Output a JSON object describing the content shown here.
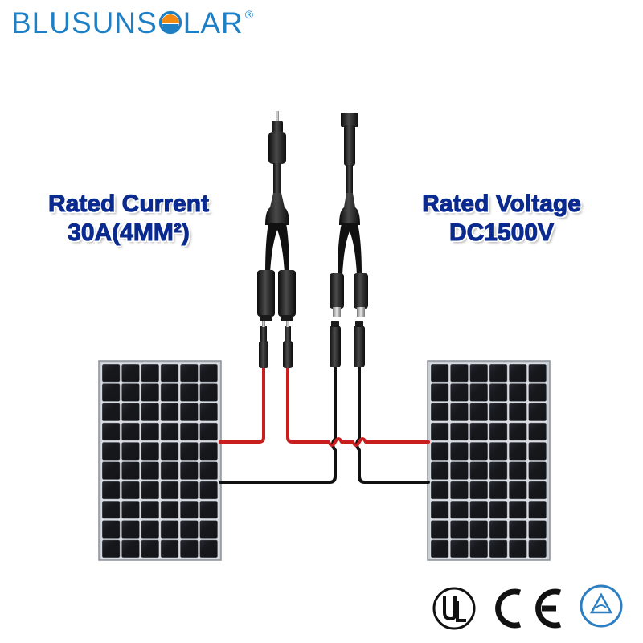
{
  "brand": {
    "prefix": "BLUSUNS",
    "suffix": "LAR",
    "registered": "®",
    "color": "#1e7fc4"
  },
  "specs": {
    "current_title": "Rated Current",
    "current_value": "30A(4MM²)",
    "voltage_title": "Rated Voltage",
    "voltage_value": "DC1500V",
    "text_color": "#0b2a8f"
  },
  "wiring": {
    "positive_color": "#c81e1e",
    "negative_color": "#111111"
  },
  "certifications": [
    {
      "name": "UL"
    },
    {
      "name": "CE"
    },
    {
      "name": "TÜV Rheinland"
    }
  ]
}
